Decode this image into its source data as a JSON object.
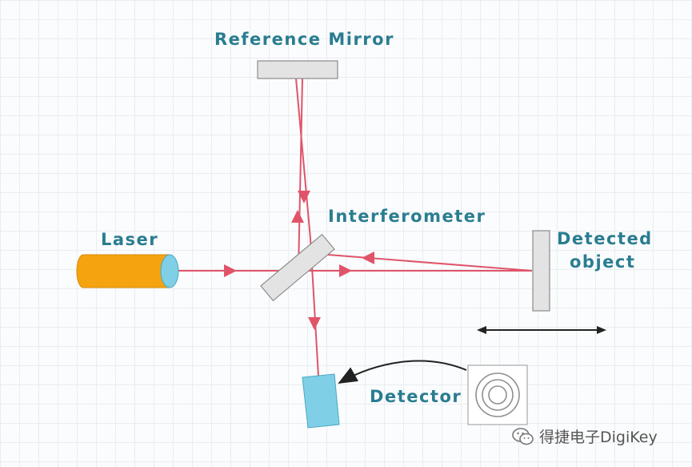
{
  "labels": {
    "reference_mirror": "Reference Mirror",
    "laser": "Laser",
    "interferometer": "Interferometer",
    "detected_object_line1": "Detected",
    "detected_object_line2": "object",
    "detector": "Detector"
  },
  "watermark": "得捷电子DigiKey",
  "icons": {
    "source_icon": "concentric-circles-icon",
    "watermark_icon": "wechat-icon",
    "motion_indicator": "double-headed-arrow-icon"
  },
  "colors": {
    "beam": "#e0546a",
    "laser_body": "#f5a30f",
    "laser_lens": "#7fd0e6",
    "detector": "#7fd0e6",
    "optics": "#e3e3e3",
    "label": "#2a7d90"
  }
}
